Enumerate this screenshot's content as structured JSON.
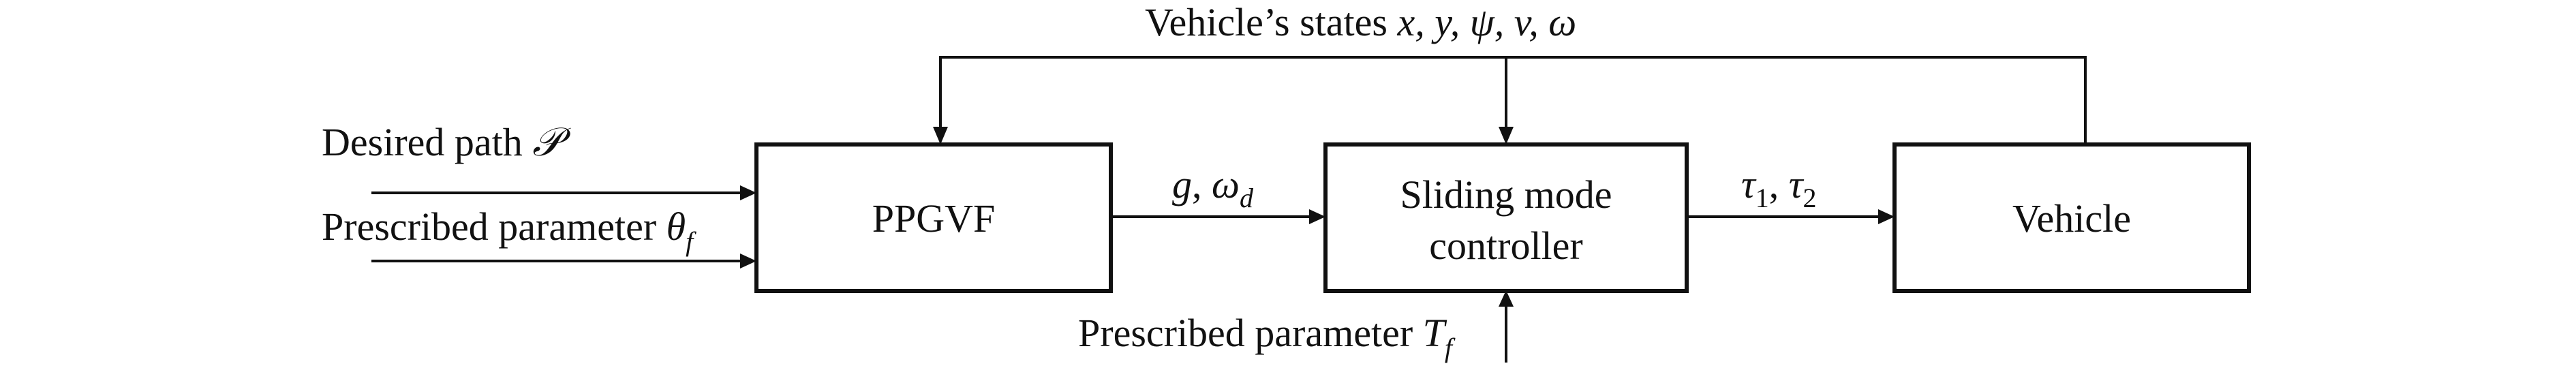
{
  "blocks": {
    "ppgvf": "PPGVF",
    "sliding_line1": "Sliding mode",
    "sliding_line2": "controller",
    "vehicle": "Vehicle"
  },
  "labels": {
    "states_text": "Vehicle’s states ",
    "states_vars": "x, y, ψ, v, ω",
    "desired_path_text": "Desired path ",
    "desired_path_sym": "𝒫",
    "theta_text": "Prescribed parameter ",
    "theta_sym": "θ",
    "theta_sub": "f",
    "g_sym": "g",
    "comma": ", ",
    "omega_sym": "ω",
    "omega_sub": "d",
    "tau1_sym": "τ",
    "tau1_sub": "1",
    "tau2_sym": "τ",
    "tau2_sub": "2",
    "tf_text": "Prescribed parameter ",
    "tf_sym": "T",
    "tf_sub": "f"
  }
}
